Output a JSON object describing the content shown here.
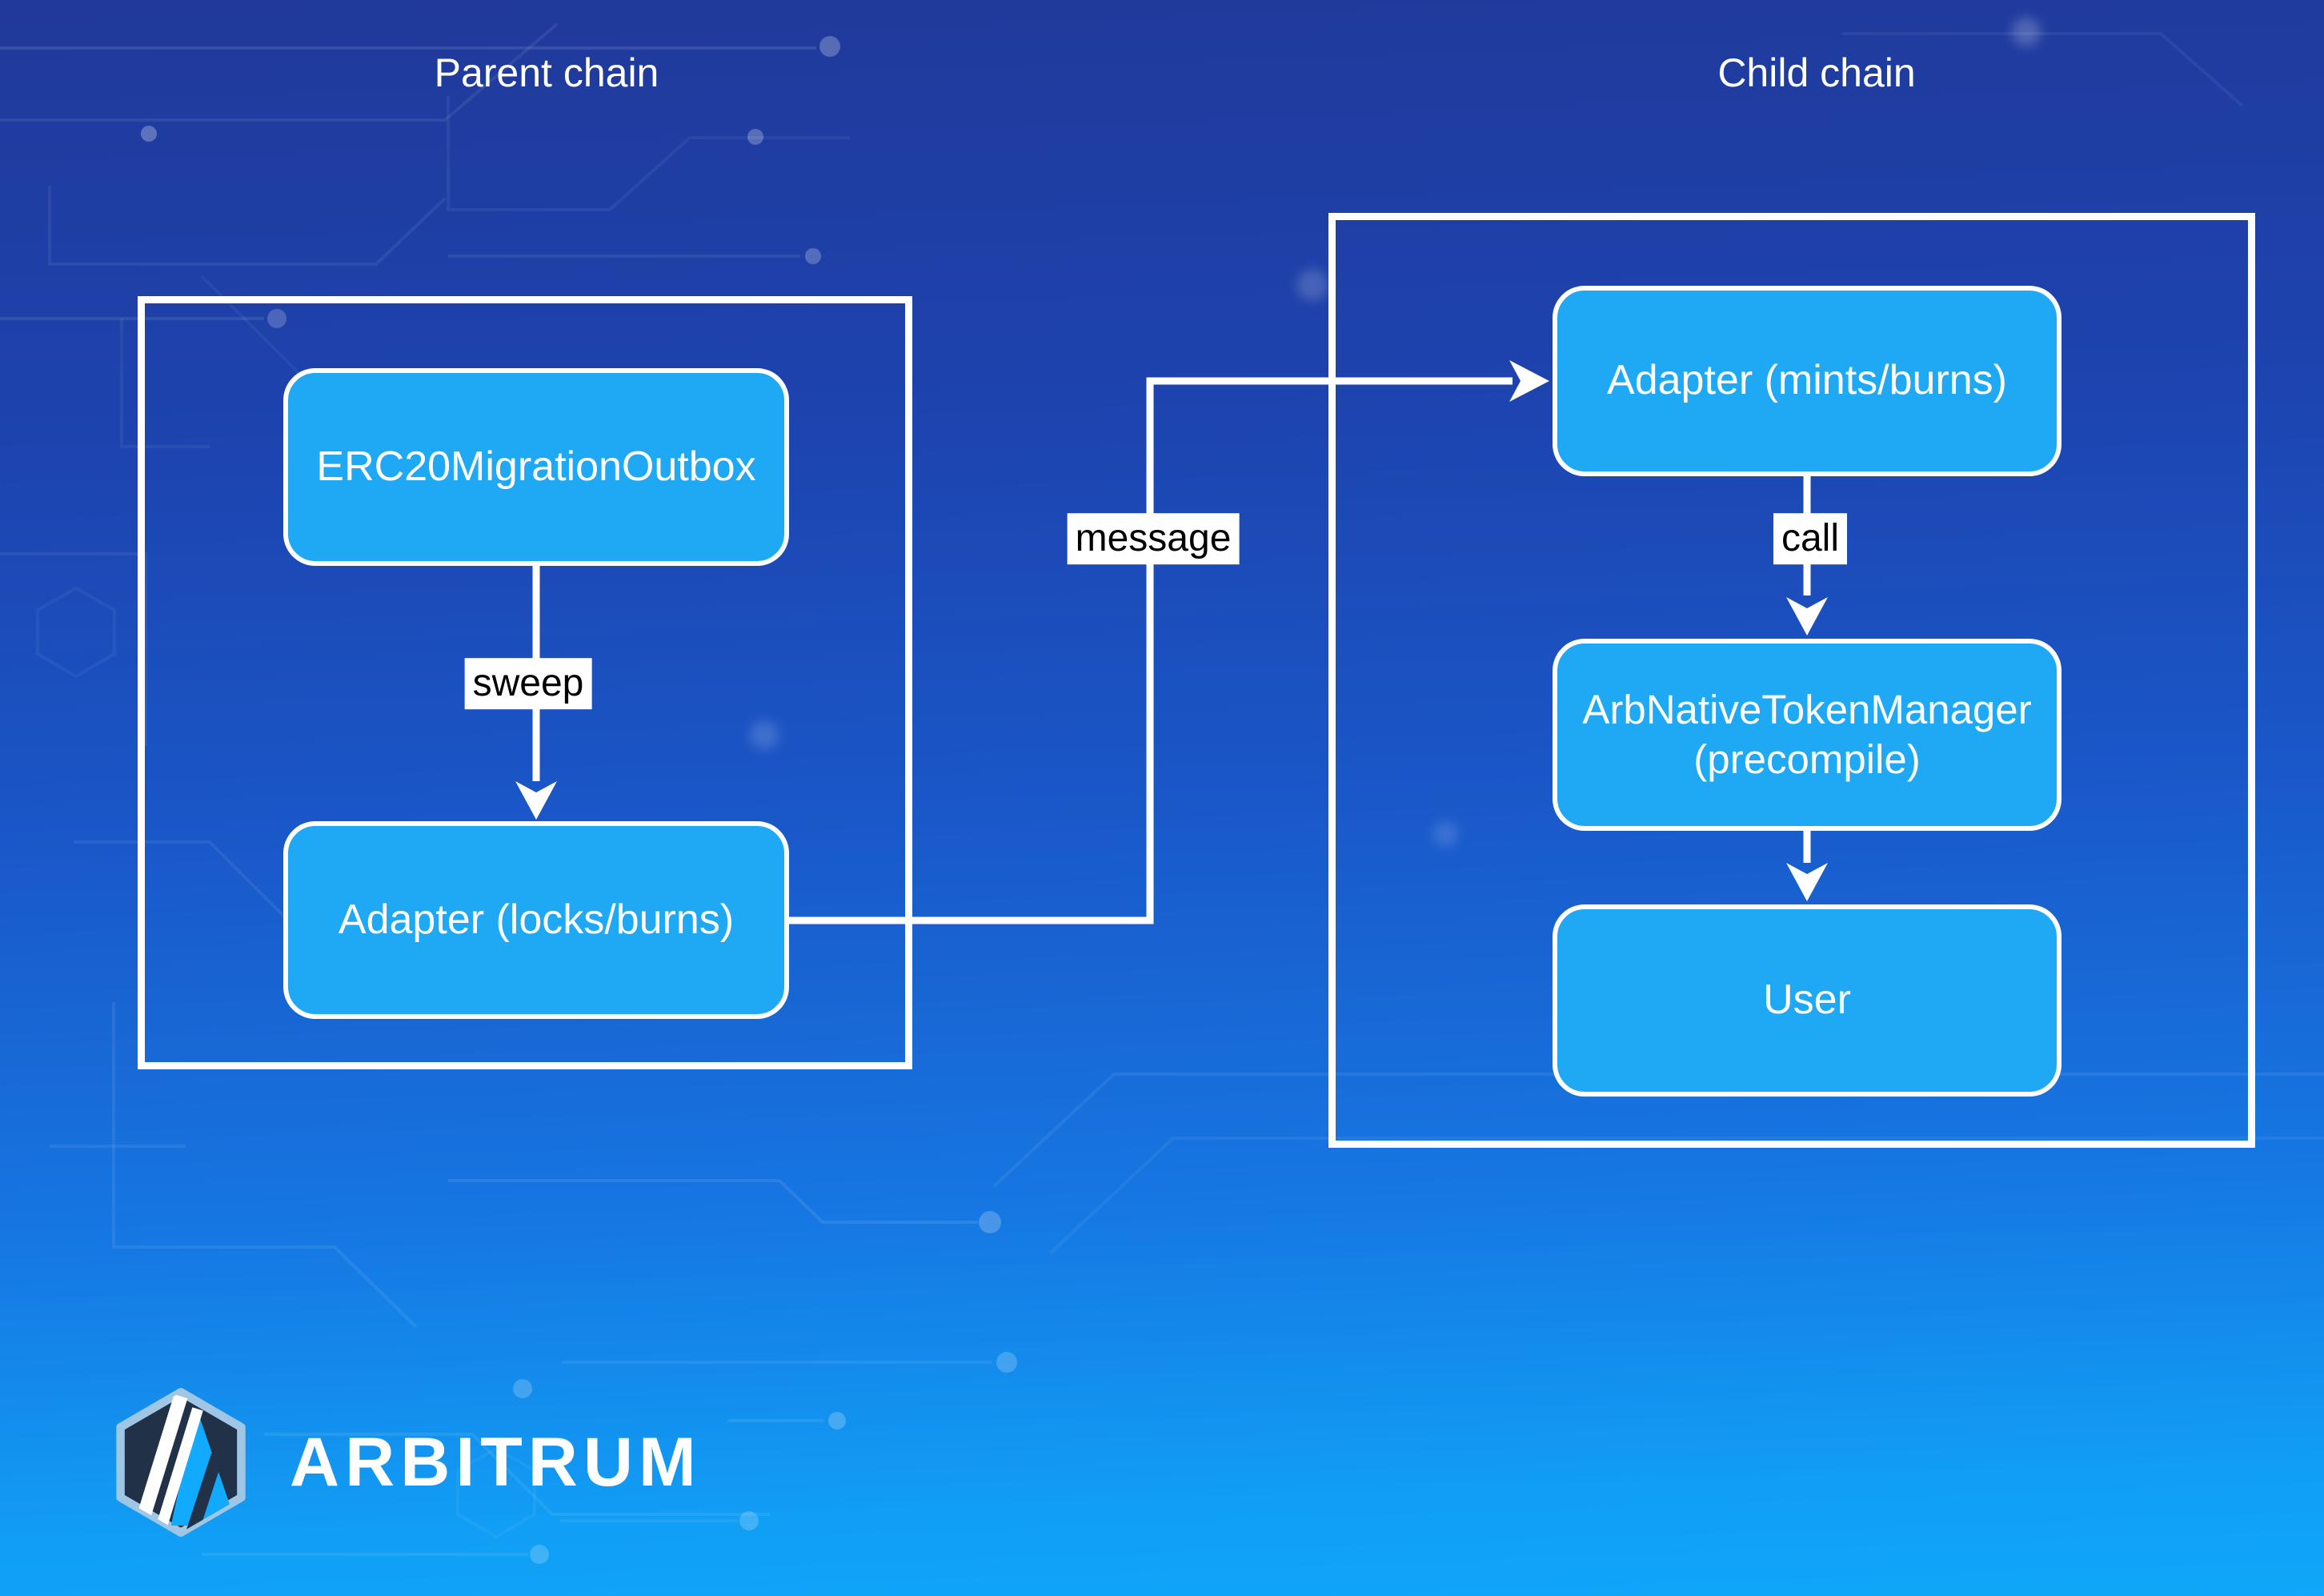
{
  "titles": {
    "parent": "Parent chain",
    "child": "Child chain"
  },
  "nodes": {
    "erc20_outbox": "ERC20MigrationOutbox",
    "adapter_locks": "Adapter (locks/burns)",
    "adapter_mints": "Adapter (mints/burns)",
    "arb_native_manager_line1": "ArbNativeTokenManager",
    "arb_native_manager_line2": "(precompile)",
    "user": "User"
  },
  "edge_labels": {
    "sweep": "sweep",
    "message": "message",
    "call": "call"
  },
  "logo": {
    "wordmark": "ARBITRUM"
  },
  "colors": {
    "background_top": "#20399a",
    "background_bottom": "#0fa7f9",
    "node_fill": "#1fa9f4",
    "node_border": "#ffffff",
    "container_border": "#ffffff",
    "edge_stroke": "#ffffff",
    "edge_label_bg": "#ffffff",
    "edge_label_text": "#000000",
    "logo_hex_fill": "#213147",
    "logo_hex_border": "#9fc6e4",
    "logo_accent_blue": "#12aaff"
  }
}
